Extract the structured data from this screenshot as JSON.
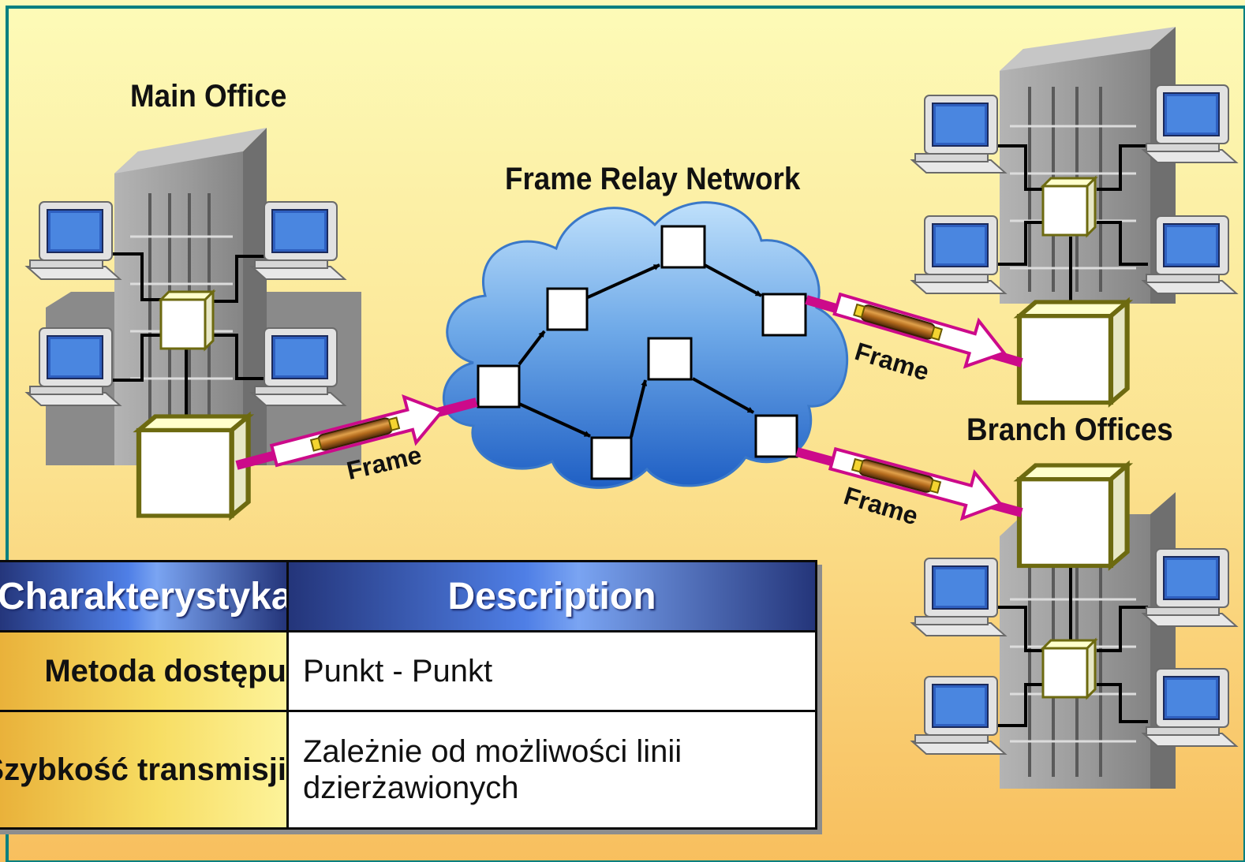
{
  "labels": {
    "main_office": "Main Office",
    "network": "Frame Relay Network",
    "branch_offices": "Branch Offices",
    "frame_label": "Frame"
  },
  "table": {
    "header_left": "Charakterystyka",
    "header_right": "Description",
    "rows": [
      {
        "key": "Metoda dostępu",
        "value": "Punkt - Punkt"
      },
      {
        "key": "Szybkość transmisji",
        "value": "Zależnie od możliwości linii dzierżawionych"
      }
    ]
  },
  "colors": {
    "background_top": "#fdfbb8",
    "background_bottom": "#f8c060",
    "border": "#008080",
    "link": "#cc0a8a",
    "cloud": "#5a98e0",
    "table_header": "#2d3f8e",
    "table_key": "#f2c640"
  }
}
